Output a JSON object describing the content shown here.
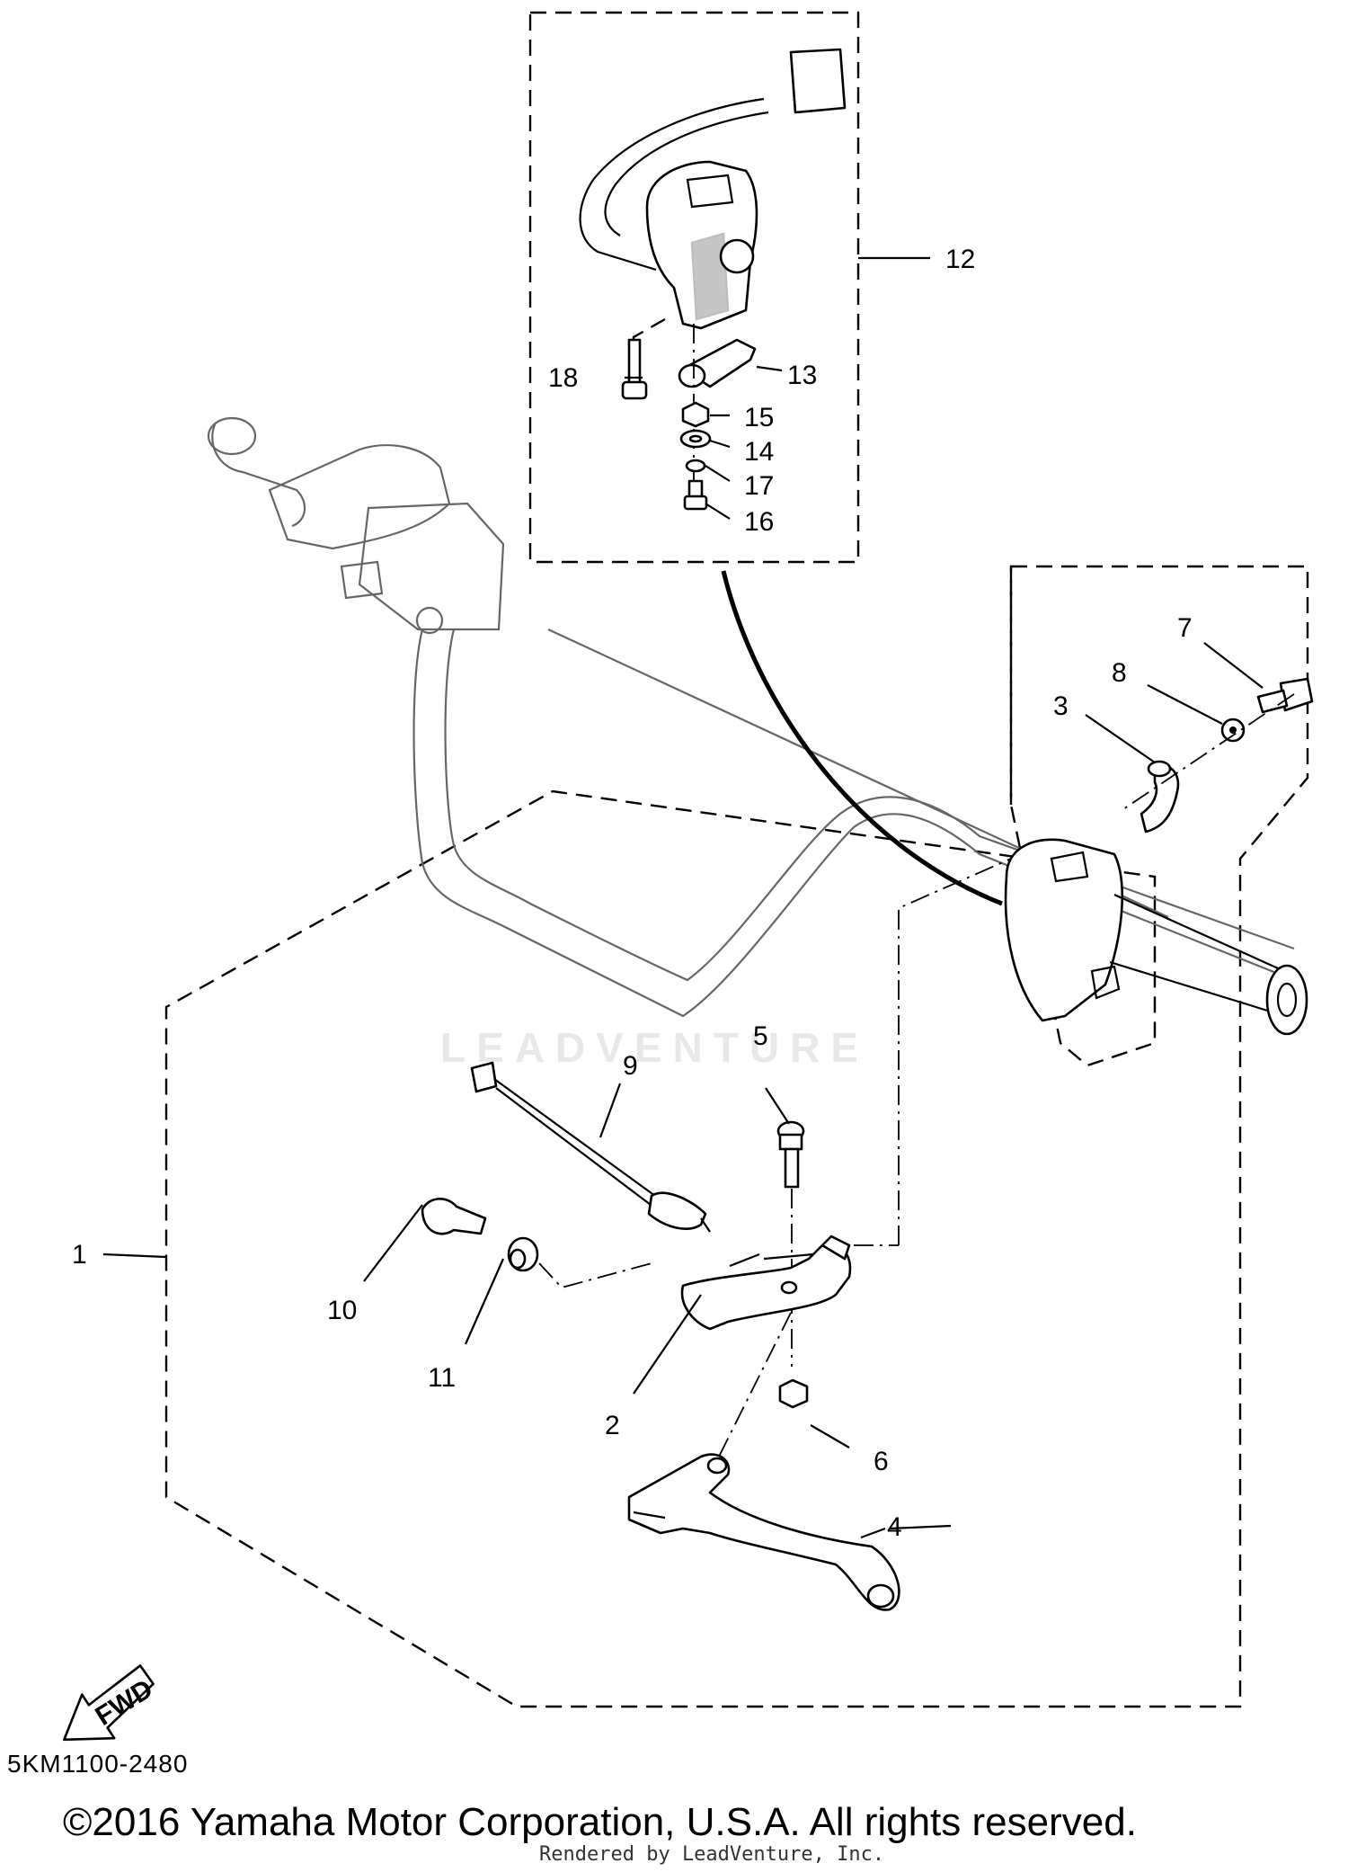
{
  "diagram": {
    "callouts": [
      {
        "id": "1",
        "label": "1"
      },
      {
        "id": "2",
        "label": "2"
      },
      {
        "id": "3",
        "label": "3"
      },
      {
        "id": "4",
        "label": "4"
      },
      {
        "id": "5",
        "label": "5"
      },
      {
        "id": "6",
        "label": "6"
      },
      {
        "id": "7",
        "label": "7"
      },
      {
        "id": "8",
        "label": "8"
      },
      {
        "id": "9",
        "label": "9"
      },
      {
        "id": "10",
        "label": "10"
      },
      {
        "id": "11",
        "label": "11"
      },
      {
        "id": "12",
        "label": "12"
      },
      {
        "id": "13",
        "label": "13"
      },
      {
        "id": "14",
        "label": "14"
      },
      {
        "id": "15",
        "label": "15"
      },
      {
        "id": "16",
        "label": "16"
      },
      {
        "id": "17",
        "label": "17"
      },
      {
        "id": "18",
        "label": "18"
      }
    ],
    "fwd_label": "FWD",
    "part_code": "5KM1100-2480",
    "copyright": "©2016 Yamaha Motor Corporation, U.S.A. All rights reserved.",
    "render_note": "Rendered by LeadVenture, Inc.",
    "watermark": "LEADVENTURE"
  }
}
